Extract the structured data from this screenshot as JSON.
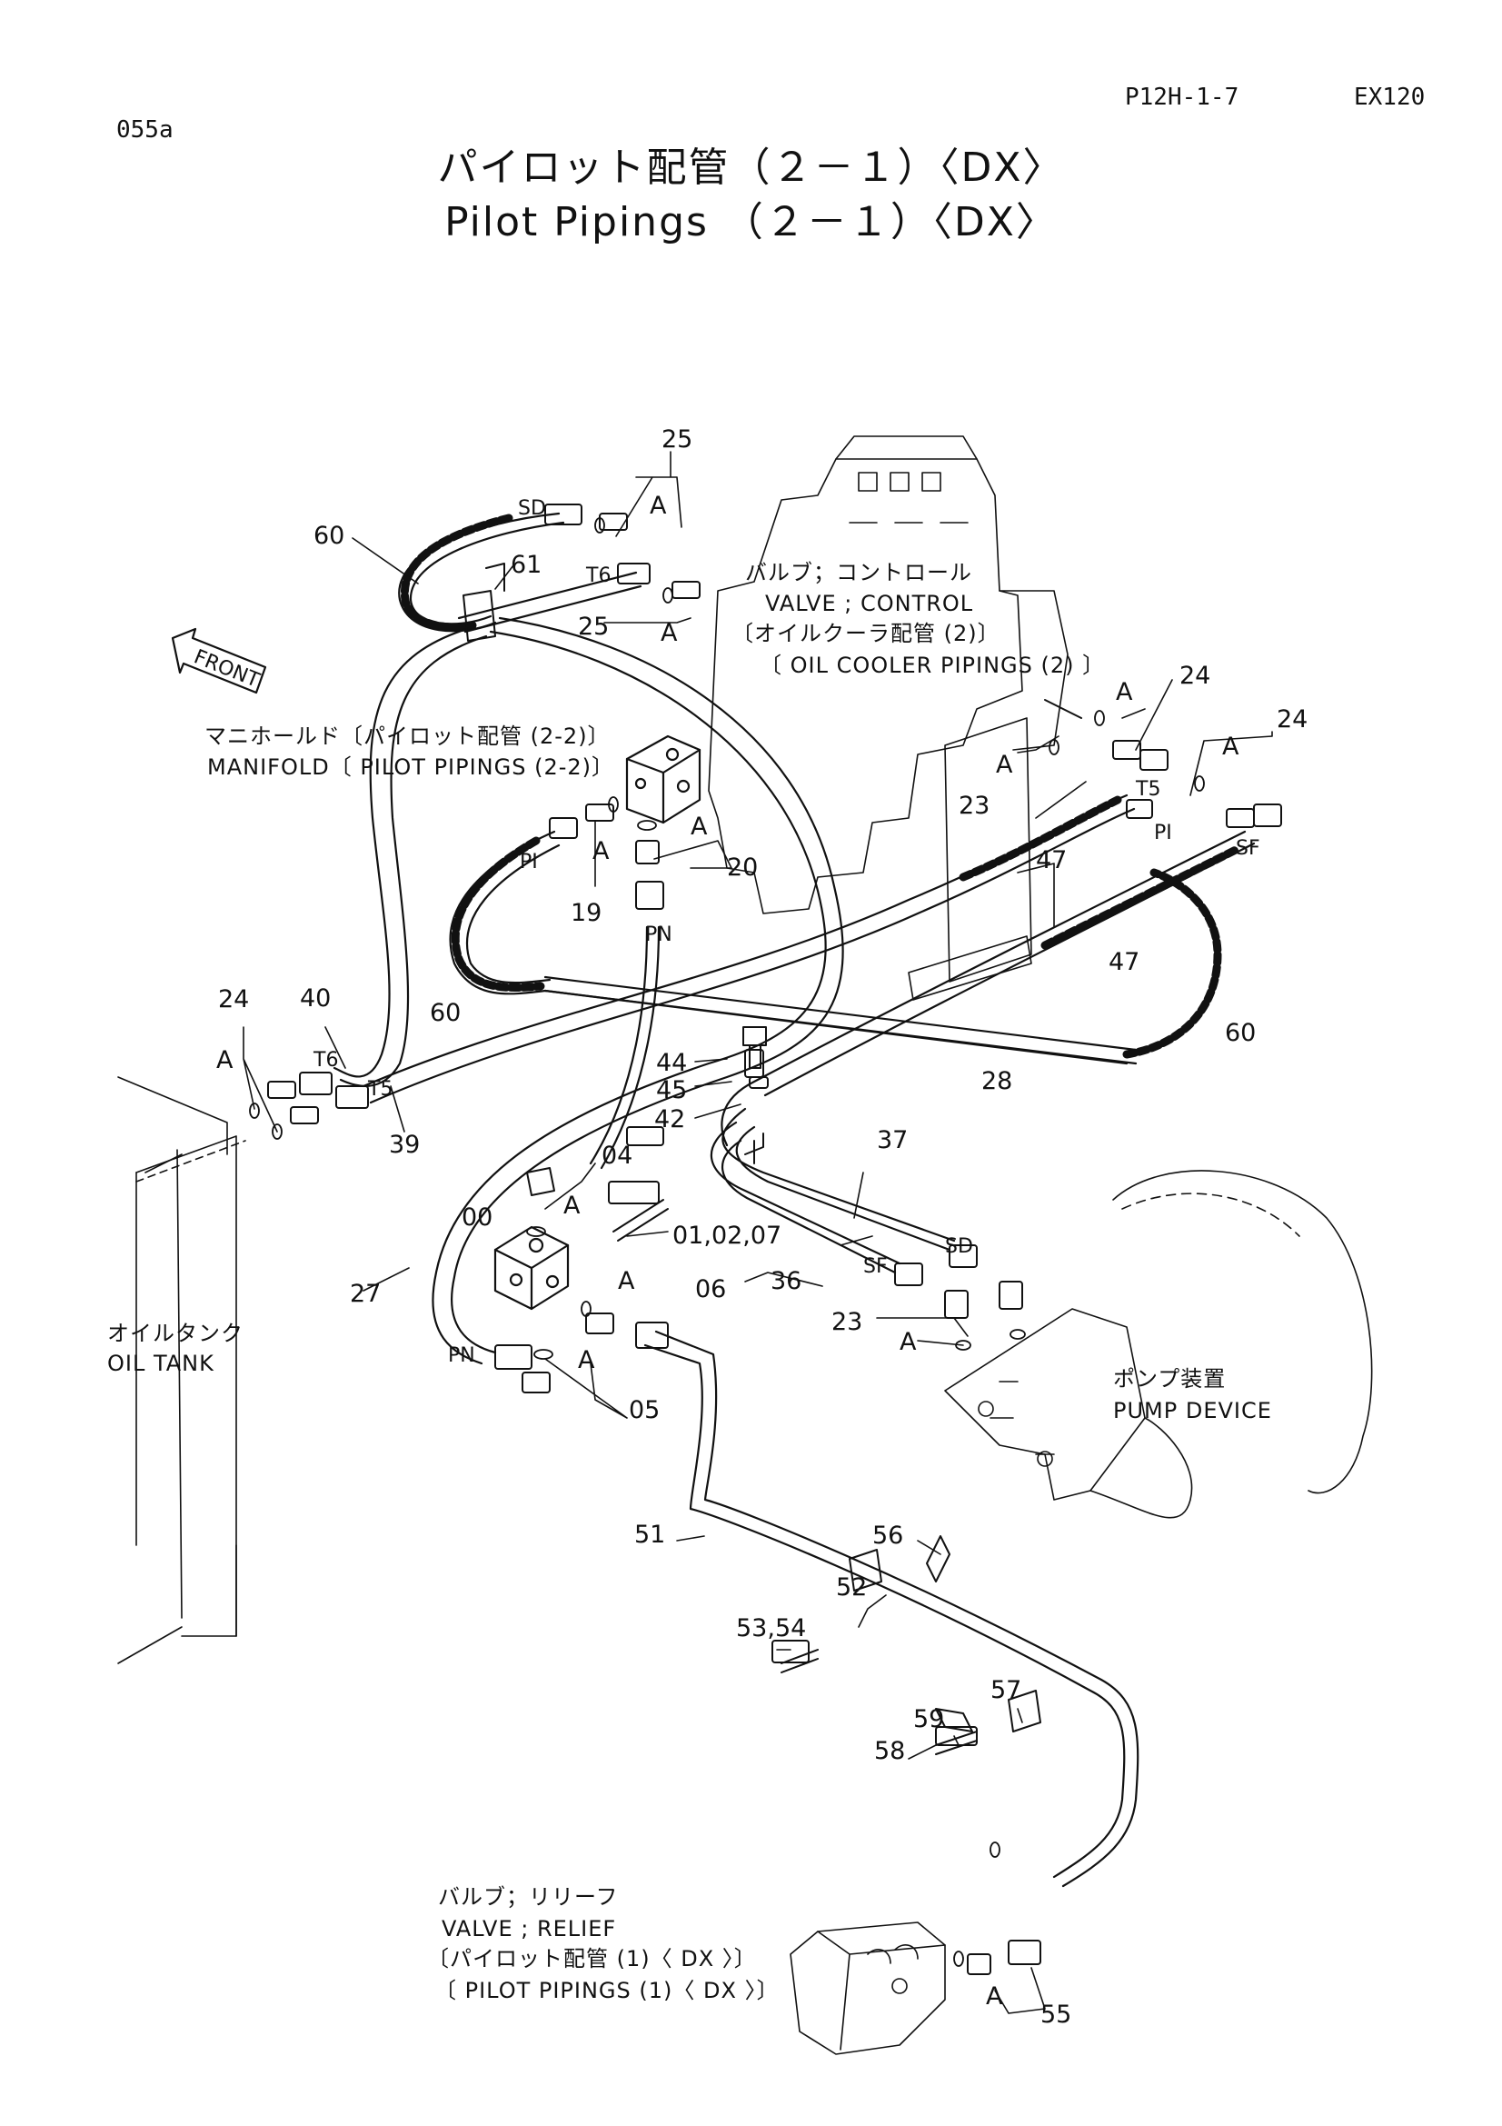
{
  "header": {
    "code": "055a",
    "page_ref": "P12H-1-7",
    "model": "EX120",
    "title_jp": "パイロット配管（２－１）〈DX〉",
    "title_en": "Pilot Pipings （２－１）〈DX〉"
  },
  "labels": {
    "control_valve": [
      "バルブ；コントロール",
      "VALVE ; CONTROL",
      "〔オイルクーラ配管 (2)〕",
      "〔 OIL COOLER PIPINGS (2) 〕"
    ],
    "manifold": [
      "マニホールド〔パイロット配管 (2-2)〕",
      "MANIFOLD〔 PILOT PIPINGS (2-2)〕"
    ],
    "oil_tank": [
      "オイルタンク",
      "OIL TANK"
    ],
    "pump": [
      "ポンプ装置",
      "PUMP DEVICE"
    ],
    "relief_valve": [
      "バルブ；リリーフ",
      "VALVE ; RELIEF",
      "〔パイロット配管 (1)〈 DX 〉〕",
      "〔 PILOT PIPINGS (1)〈 DX 〉〕"
    ],
    "front": "FRONT"
  },
  "port_tags": [
    "SD",
    "T6",
    "PI",
    "PN",
    "T6",
    "T5",
    "T5",
    "PI",
    "SF",
    "SF",
    "SD",
    "PN"
  ],
  "callouts": [
    "25",
    "25",
    "60",
    "61",
    "24",
    "24",
    "23",
    "47",
    "47",
    "60",
    "19",
    "20",
    "60",
    "28",
    "24",
    "40",
    "39",
    "44",
    "45",
    "42",
    "04",
    "00",
    "01,02,07",
    "06",
    "05",
    "27",
    "37",
    "36",
    "23",
    "51",
    "56",
    "52",
    "53,54",
    "57",
    "59",
    "58",
    "55"
  ],
  "detail_marks": [
    "A",
    "A",
    "A",
    "A",
    "A",
    "A",
    "A",
    "A",
    "A",
    "A",
    "A",
    "A",
    "A"
  ]
}
